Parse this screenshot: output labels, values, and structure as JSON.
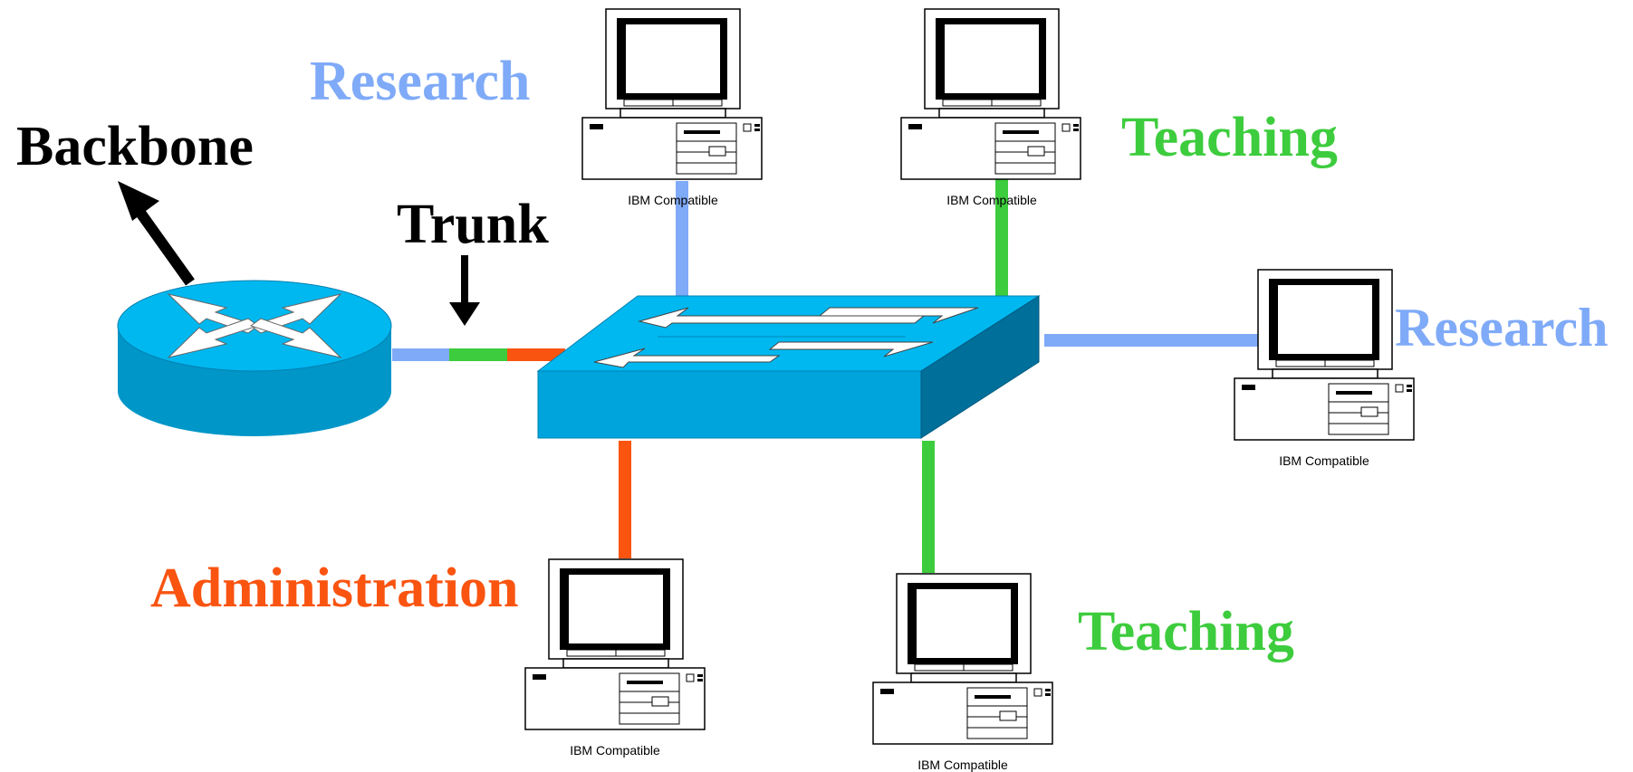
{
  "labels": {
    "backbone": "Backbone",
    "trunk": "Trunk",
    "research_top": "Research",
    "research_right": "Research",
    "teaching_top": "Teaching",
    "teaching_bottom": "Teaching",
    "administration": "Administration"
  },
  "computers": {
    "research_top": {
      "caption": "IBM Compatible"
    },
    "teaching_top": {
      "caption": "IBM Compatible"
    },
    "research_right": {
      "caption": "IBM Compatible"
    },
    "administration": {
      "caption": "IBM Compatible"
    },
    "teaching_bottom": {
      "caption": "IBM Compatible"
    }
  },
  "colors": {
    "research": "#7faaf8",
    "teaching": "#3dcc3d",
    "administration": "#fa5411",
    "device_top": "#00b8f0",
    "device_side": "#0096c8",
    "device_dark": "#006f9a"
  },
  "icons": {
    "router": "router-icon",
    "switch": "switch-icon",
    "computer": "computer-icon"
  }
}
